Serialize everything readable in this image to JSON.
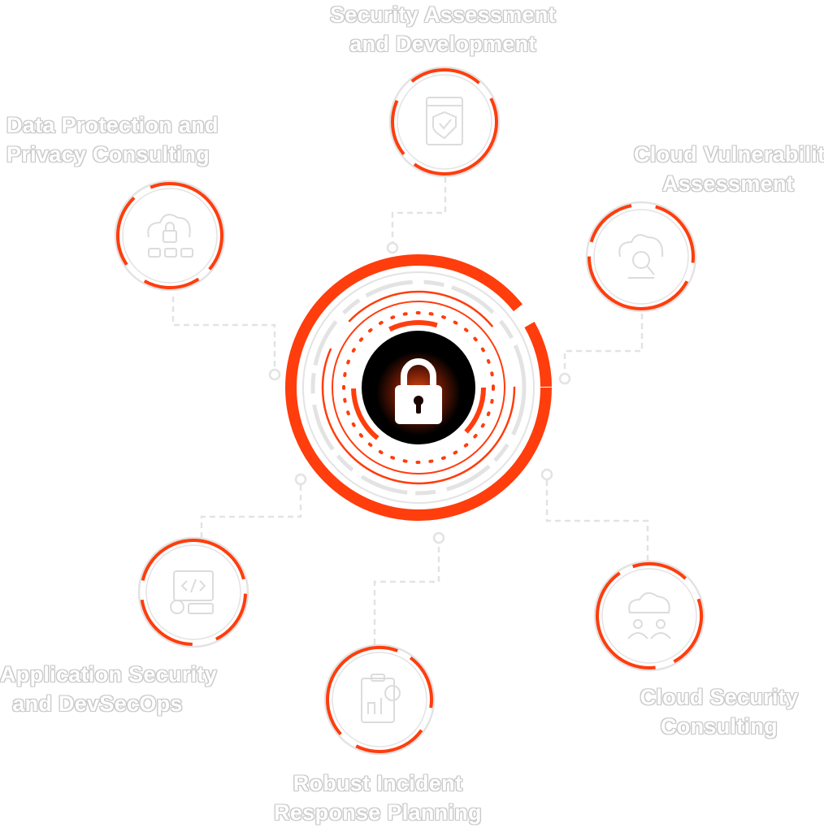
{
  "center": {
    "icon": "padlock-icon"
  },
  "colors": {
    "accent": "#ff3d0d",
    "line": "#e3e3e3",
    "core": "#000000",
    "text_outline": "#c9c9c9"
  },
  "nodes": [
    {
      "id": "security-assessment",
      "icon": "shield-check-document-icon",
      "lines": [
        "Security Assessment",
        "and Development"
      ]
    },
    {
      "id": "cloud-vulnerability",
      "icon": "cloud-magnifier-icon",
      "lines": [
        "Cloud Vulnerability",
        "Assessment"
      ]
    },
    {
      "id": "cloud-security-consulting",
      "icon": "cloud-team-icon",
      "lines": [
        "Cloud Security",
        "Consulting"
      ]
    },
    {
      "id": "incident-response",
      "icon": "clipboard-gear-icon",
      "lines": [
        "Robust Incident",
        "Response Planning"
      ]
    },
    {
      "id": "application-security",
      "icon": "code-window-icon",
      "lines": [
        "Application Security",
        "and DevSecOps"
      ]
    },
    {
      "id": "data-protection",
      "icon": "cloud-lock-icon",
      "lines": [
        "Data Protection and",
        "Privacy Consulting"
      ]
    }
  ]
}
